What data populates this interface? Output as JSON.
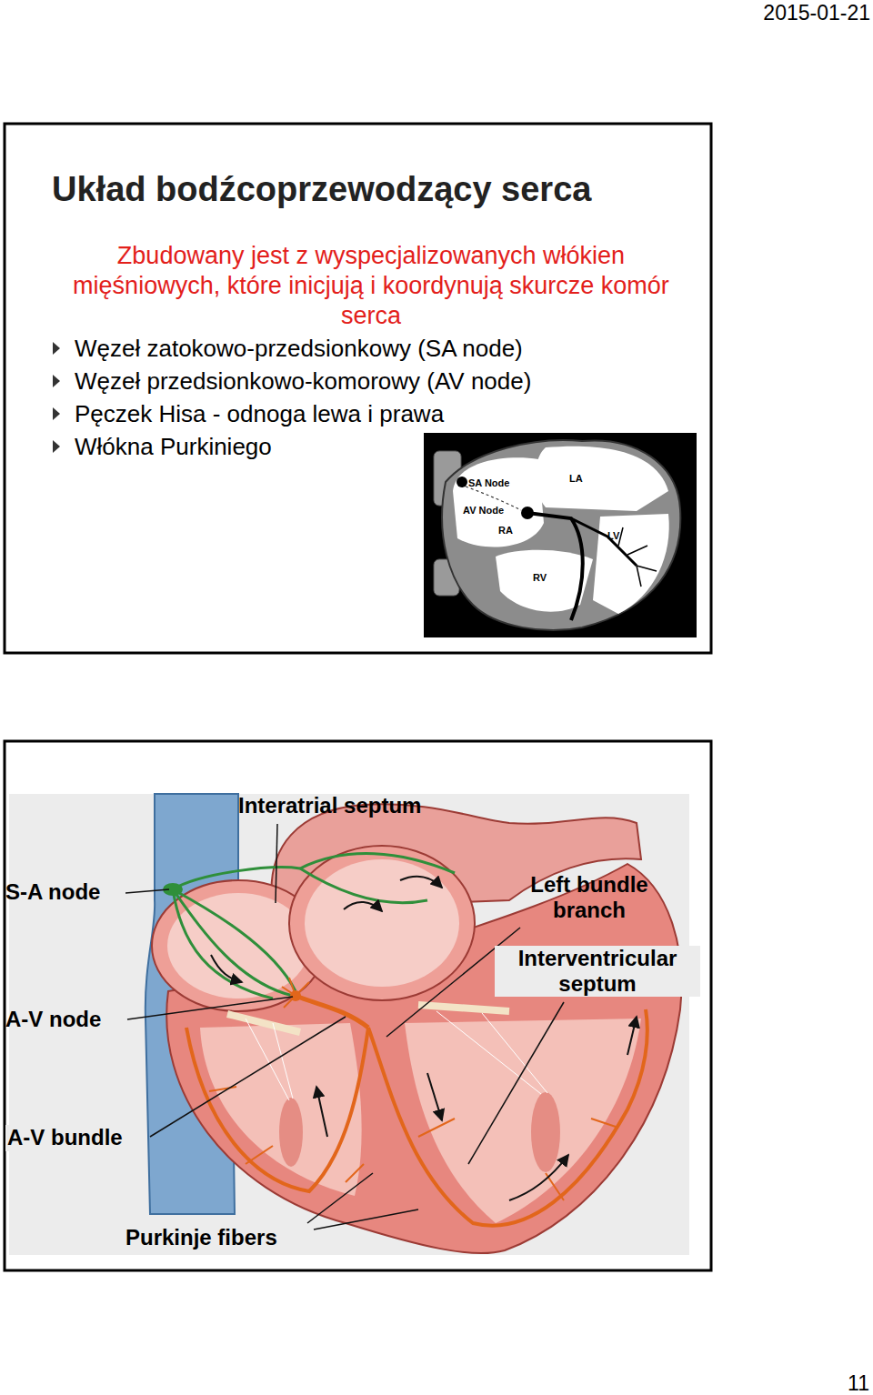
{
  "diagram": {
    "title": "Układ bodźcoprzewodzący serca",
    "labels": [
      "2015-01-21",
      "Zbudowany jest z wyspecjalizowanych włókien mięśniowych, które inicjują i koordynują skurcze komór serca",
      "Węzeł zatokowo-przedsionkowy (SA node)",
      "Węzeł przedsionkowo-komorowy (AV node)",
      "Pęczek Hisa - odnoga lewa i prawa",
      "Włókna Purkiniego",
      "SA Node",
      "AV Node",
      "LA",
      "RA",
      "LV",
      "RV",
      "Interatrial septum",
      "S-A node",
      "Left bundle branch",
      "Interventricular septum",
      "A-V node",
      "A-V bundle",
      "Purkinje fibers",
      "11"
    ]
  }
}
